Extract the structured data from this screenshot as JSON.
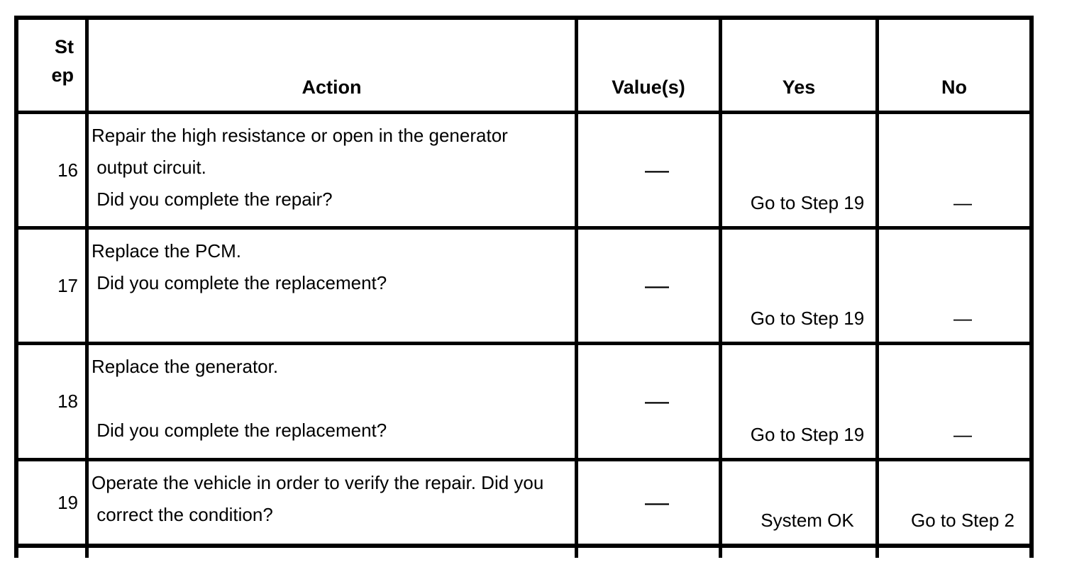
{
  "document": {
    "kind": "diagnostic-step-table",
    "colors": {
      "ink": "#000000",
      "paper": "#ffffff"
    },
    "table": {
      "header": {
        "step_lines": [
          "St",
          "ep"
        ],
        "action": "Action",
        "values": "Value(s)",
        "yes": "Yes",
        "no": "No"
      },
      "rows": [
        {
          "step": "16",
          "action_lines": [
            "Repair the high resistance or open in the generator",
            " output circuit.",
            " Did you complete the repair?"
          ],
          "value": "—",
          "yes": "Go to Step 19",
          "no": "—"
        },
        {
          "step": "17",
          "action_lines": [
            "Replace the PCM.",
            " Did you complete the replacement?"
          ],
          "value": "—",
          "yes": "Go to Step 19",
          "no": "—"
        },
        {
          "step": "18",
          "action_lines": [
            "Replace the generator.",
            "",
            " Did you complete the replacement?"
          ],
          "value": "—",
          "yes": "Go to Step 19",
          "no": "—"
        },
        {
          "step": "19",
          "action_lines": [
            "Operate the vehicle in order to verify the repair. Did you",
            " correct the condition?"
          ],
          "value": "—",
          "yes": "System OK",
          "no": "Go to Step 2"
        }
      ]
    }
  }
}
